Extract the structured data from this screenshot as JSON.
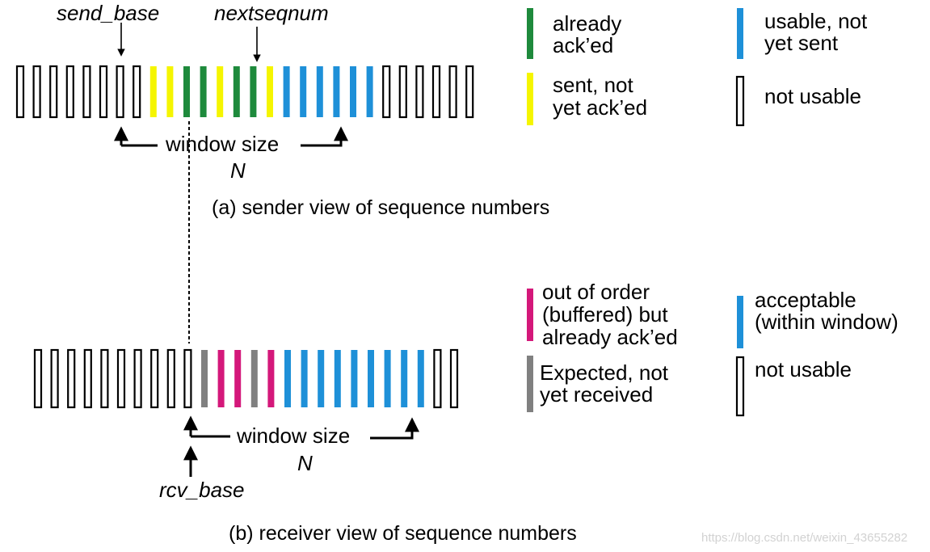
{
  "colors": {
    "acked": "#1e8a3c",
    "sent": "#f5f500",
    "usable": "#1e90d8",
    "buffered": "#d4187a",
    "expected": "#808080",
    "outline": "#000000"
  },
  "sender": {
    "send_base_label": "send_base",
    "nextseqnum_label": "nextseqnum",
    "window_label": "window size",
    "n_label": "N",
    "caption": "(a) sender view of sequence numbers",
    "slots": [
      "not_usable",
      "not_usable",
      "not_usable",
      "not_usable",
      "not_usable",
      "not_usable",
      "not_usable",
      "not_usable",
      "sent",
      "sent",
      "acked",
      "acked",
      "sent",
      "acked",
      "acked",
      "sent",
      "usable",
      "usable",
      "usable",
      "usable",
      "usable",
      "usable",
      "not_usable",
      "not_usable",
      "not_usable",
      "not_usable",
      "not_usable",
      "not_usable"
    ],
    "legend": [
      {
        "key": "acked",
        "lines": [
          "already",
          "ack’ed"
        ]
      },
      {
        "key": "usable",
        "lines": [
          "usable, not",
          "yet sent"
        ]
      },
      {
        "key": "sent",
        "lines": [
          "sent, not",
          "yet ack’ed"
        ]
      },
      {
        "key": "not_usable",
        "lines": [
          "not usable"
        ]
      }
    ]
  },
  "receiver": {
    "rcv_base_label": "rcv_base",
    "window_label": "window size",
    "n_label": "N",
    "caption": "(b) receiver view of sequence numbers",
    "slots": [
      "not_usable",
      "not_usable",
      "not_usable",
      "not_usable",
      "not_usable",
      "not_usable",
      "not_usable",
      "not_usable",
      "not_usable",
      "not_usable",
      "expected",
      "buffered",
      "buffered",
      "expected",
      "buffered",
      "usable",
      "usable",
      "usable",
      "usable",
      "usable",
      "usable",
      "usable",
      "usable",
      "usable",
      "not_usable",
      "not_usable"
    ],
    "legend": [
      {
        "key": "buffered",
        "lines": [
          "out of order",
          "(buffered) but",
          "already ack’ed"
        ]
      },
      {
        "key": "usable",
        "lines": [
          "acceptable",
          "(within window)"
        ]
      },
      {
        "key": "expected",
        "lines": [
          "Expected,  not",
          "yet received"
        ]
      },
      {
        "key": "not_usable",
        "lines": [
          "not usable"
        ]
      }
    ]
  },
  "watermark": "https://blog.csdn.net/weixin_43655282"
}
